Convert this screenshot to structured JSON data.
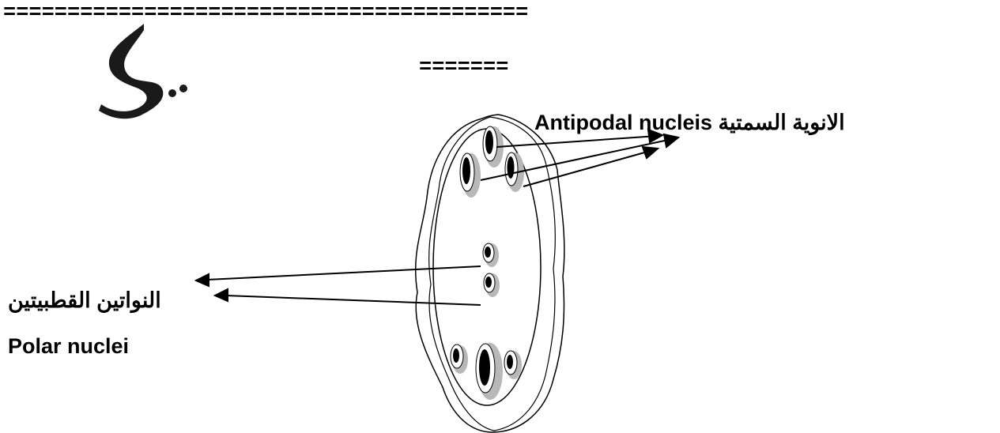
{
  "top_rule": "=========================================",
  "mid_rule": "=======",
  "labels": {
    "antipodal": "Antipodal nucleis الانوية السمتية",
    "polar_arabic": "النواتين القطبيتين",
    "polar_english": "Polar nuclei"
  },
  "watermark_glyph": "ي",
  "colors": {
    "ink": "#000000",
    "shadow": "#b8b8b8",
    "watermark": "#000000"
  }
}
